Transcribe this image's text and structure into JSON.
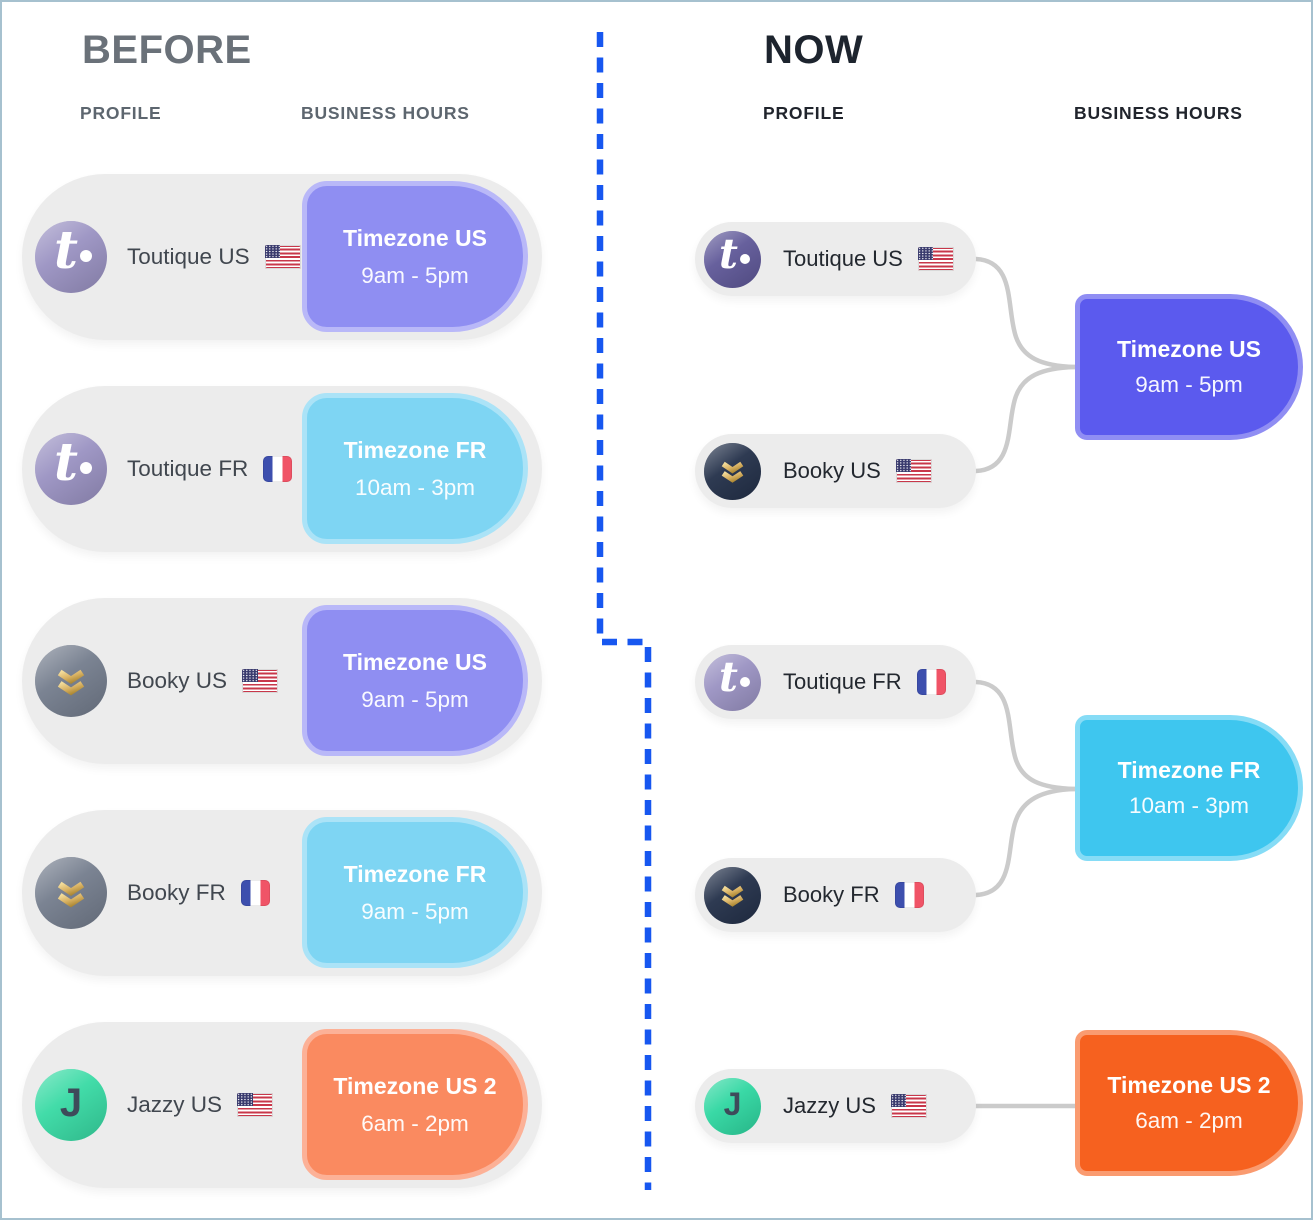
{
  "meta": {
    "outer_border_color": "#a6c1cf",
    "divider_color": "#1757f0",
    "connector_color": "#cbcbcb",
    "card_bg": "#ececec"
  },
  "before": {
    "title": "BEFORE",
    "title_color": "#6a7179",
    "header_color": "#5d666f",
    "columns": {
      "profile": "PROFILE",
      "hours": "BUSINESS HOURS"
    },
    "rows": [
      {
        "name": "Toutique US",
        "flag": "us",
        "avatar": "toutique-light",
        "glyph": "t",
        "brand_color": "#9a92c2",
        "tz": {
          "label": "Timezone US",
          "hours": "9am - 5pm",
          "fill": "#8f8ef2",
          "border": "#b9b8f8"
        }
      },
      {
        "name": "Toutique FR",
        "flag": "fr",
        "avatar": "toutique-light",
        "glyph": "t",
        "brand_color": "#9a92c2",
        "tz": {
          "label": "Timezone FR",
          "hours": "10am - 3pm",
          "fill": "#7ed5f3",
          "border": "#abe3f7"
        }
      },
      {
        "name": "Booky US",
        "flag": "us",
        "avatar": "booky-gray",
        "glyph": "",
        "brand_color": "#747d8d",
        "tz": {
          "label": "Timezone US",
          "hours": "9am - 5pm",
          "fill": "#8f8ef2",
          "border": "#b9b8f8"
        }
      },
      {
        "name": "Booky FR",
        "flag": "fr",
        "avatar": "booky-gray",
        "glyph": "",
        "brand_color": "#747d8d",
        "tz": {
          "label": "Timezone FR",
          "hours": "9am - 5pm",
          "fill": "#7ed5f3",
          "border": "#abe3f7"
        }
      },
      {
        "name": "Jazzy US",
        "flag": "us",
        "avatar": "jazzy",
        "glyph": "J",
        "brand_color": "#38daa4",
        "tz": {
          "label": "Timezone US 2",
          "hours": "6am - 2pm",
          "fill": "#fa8a60",
          "border": "#fcb197"
        }
      }
    ]
  },
  "now": {
    "title": "NOW",
    "title_color": "#1d242e",
    "header_color": "#20242c",
    "columns": {
      "profile": "PROFILE",
      "hours": "BUSINESS HOURS"
    },
    "profiles": [
      {
        "name": "Toutique US",
        "flag": "us",
        "avatar": "toutique-dark",
        "glyph": "t",
        "brand_color": "#5f5898"
      },
      {
        "name": "Booky US",
        "flag": "us",
        "avatar": "booky-navy",
        "glyph": "",
        "brand_color": "#233049"
      },
      {
        "name": "Toutique FR",
        "flag": "fr",
        "avatar": "toutique-light",
        "glyph": "t",
        "brand_color": "#9a92c2"
      },
      {
        "name": "Booky FR",
        "flag": "fr",
        "avatar": "booky-navy",
        "glyph": "",
        "brand_color": "#233049"
      },
      {
        "name": "Jazzy US",
        "flag": "us",
        "avatar": "jazzy",
        "glyph": "J",
        "brand_color": "#2fd7a1"
      }
    ],
    "timezones": [
      {
        "label": "Timezone US",
        "hours": "9am - 5pm",
        "fill": "#5b5aee",
        "border": "#908ef3"
      },
      {
        "label": "Timezone FR",
        "hours": "10am - 3pm",
        "fill": "#3ec6ef",
        "border": "#86dcf6"
      },
      {
        "label": "Timezone US 2",
        "hours": "6am - 2pm",
        "fill": "#f6611f",
        "border": "#fa9b70"
      }
    ]
  }
}
